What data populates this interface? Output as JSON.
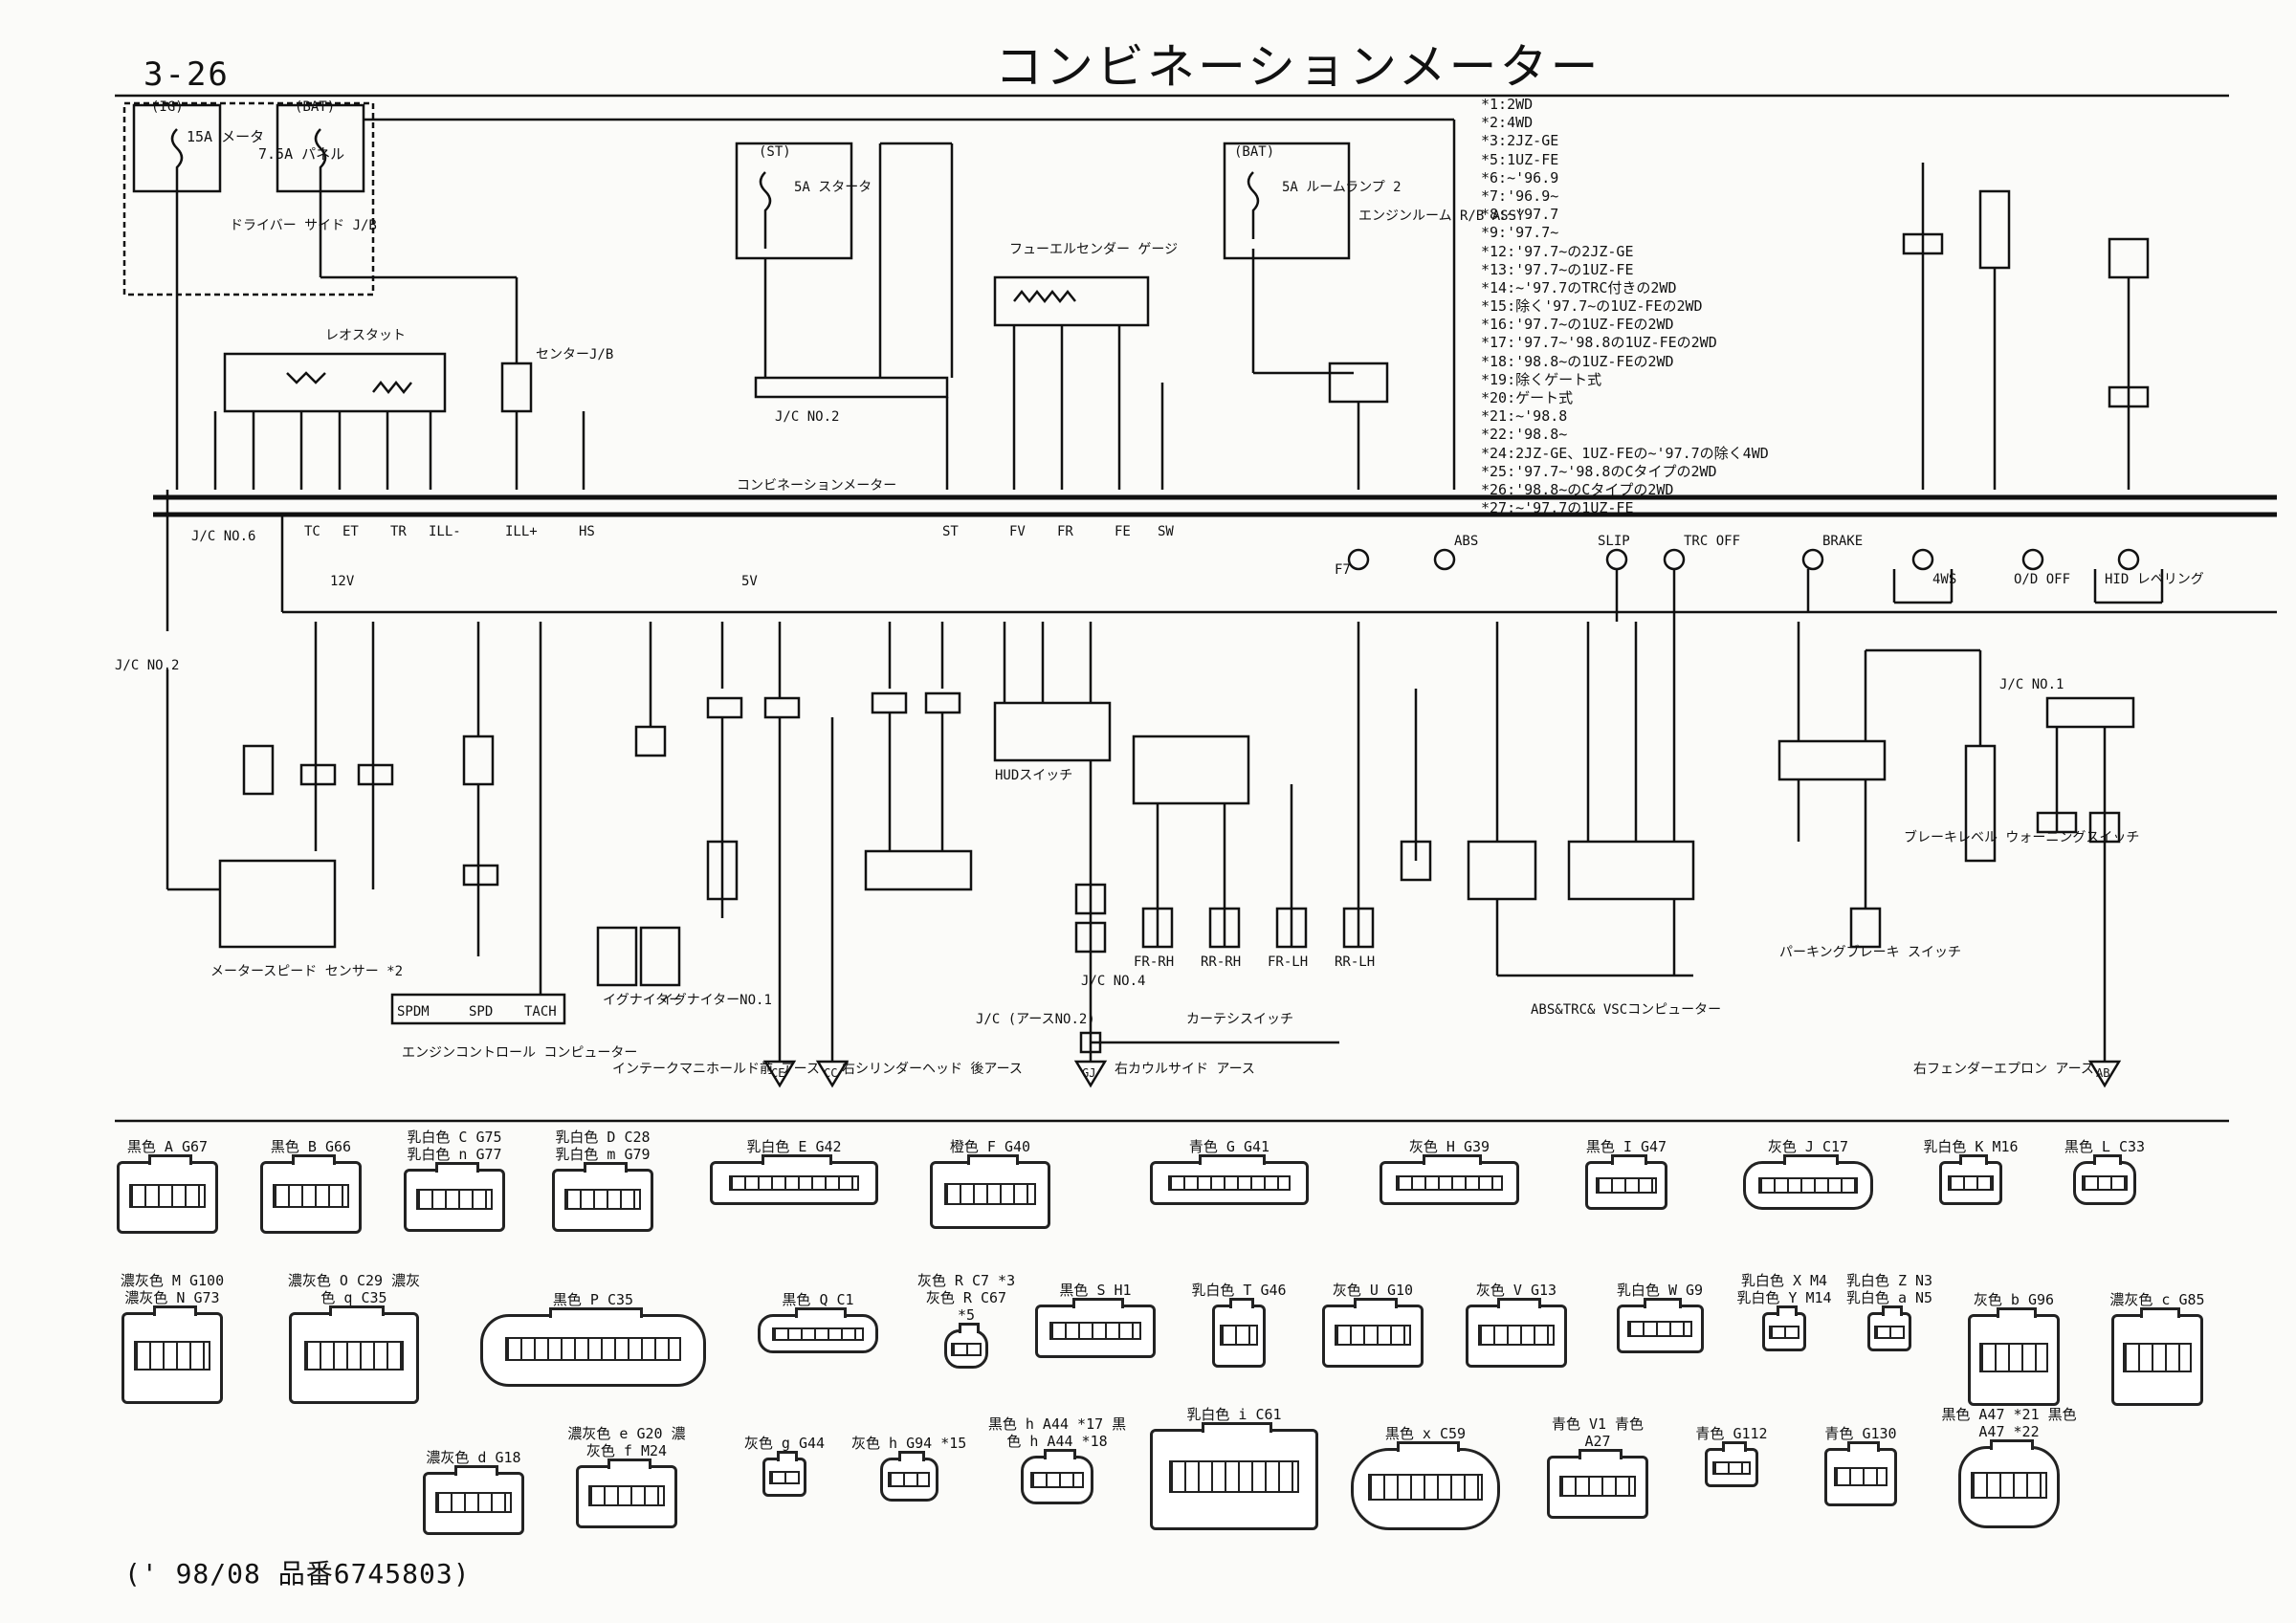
{
  "header": {
    "page_number": "3-26",
    "title": "コンビネーションメーター"
  },
  "footer": "(' 98/08 品番6745803)",
  "notes": [
    "*1:2WD",
    "*2:4WD",
    "*3:2JZ-GE",
    "*5:1UZ-FE",
    "*6:~'96.9",
    "*7:'96.9~",
    "*8:~'97.7",
    "*9:'97.7~",
    "*12:'97.7~の2JZ-GE",
    "*13:'97.7~の1UZ-FE",
    "*14:~'97.7のTRC付きの2WD",
    "*15:除く'97.7~の1UZ-FEの2WD",
    "*16:'97.7~の1UZ-FEの2WD",
    "*17:'97.7~'98.8の1UZ-FEの2WD",
    "*18:'98.8~の1UZ-FEの2WD",
    "*19:除くゲート式",
    "*20:ゲート式",
    "*21:~'98.8",
    "*22:'98.8~",
    "*24:2JZ-GE、1UZ-FEの~'97.7の除く4WD",
    "*25:'97.7~'98.8のCタイプの2WD",
    "*26:'98.8~のCタイプの2WD",
    "*27:~'97.7の1UZ-FE"
  ],
  "diagram": {
    "fuse_ig": "15A メータ",
    "fuse_bat": "7.5A パネル",
    "fuse_ig_label": "(IG)",
    "fuse_bat_label": "(BAT)",
    "driver_jb": "ドライバー サイド J/B",
    "rheostat": "レオスタット",
    "center_jb": "センターJ/B",
    "jc_no6": "J/C NO.6",
    "jc_no2": "J/C NO.2",
    "jc_no2b": "J/C NO.2",
    "starter_fuse": "5A スタータ",
    "starter_label": "(ST)",
    "room_fuse": "5A ルームランプ 2",
    "room_label": "(BAT)",
    "engine_rb": "エンジンルーム R/B ASSY",
    "fuel_gauge": "フューエルセンダー ゲージ",
    "combination_meter": "コンビネーションメーター",
    "hud_switch": "HUDスイッチ",
    "speed_sensor": "メータースピード センサー *2",
    "ecu": "エンジンコントロール コンピューター",
    "ecu_pins": [
      "SPDM",
      "SPD",
      "TACH"
    ],
    "courtesy": "カーテシスイッチ",
    "brake_level": "ブレーキレベル ウォーニングスイッチ",
    "parking_brake": "パーキングブレーキ スイッチ",
    "abs_vsc": "ABS&TRC& VSCコンピューター",
    "jc_no1": "J/C NO.1",
    "jc_no4": "J/C NO.4",
    "jc_ground": "J/C (アースNO.2)",
    "igniter": "イグナイター",
    "igniter_no1": "イグナイターNO.1",
    "meter_terminals": [
      "TC",
      "ET",
      "TR",
      "ILL-",
      "ILL+",
      "HS",
      "ST",
      "FV",
      "FR",
      "FE",
      "SW",
      "F7",
      "ABS",
      "SLIP",
      "TRC OFF",
      "BRAKE",
      "4WS",
      "O/D OFF",
      "HID レベリング"
    ],
    "ground_points": [
      {
        "code": "CE",
        "label": "インテークマニホールド前 アース"
      },
      {
        "code": "CC",
        "label": "右シリンダーヘッド 後アース"
      },
      {
        "code": "GJ",
        "label": "右カウルサイド アース"
      },
      {
        "code": "AB",
        "label": "右フェンダーエプロン アース"
      }
    ],
    "door_switches": [
      "FR-RH",
      "RR-RH",
      "FR-LH",
      "RR-LH"
    ],
    "voltages": [
      "12V",
      "5V"
    ]
  },
  "connectors": [
    {
      "label": "黒色 A G67"
    },
    {
      "label": "黒色 B G66"
    },
    {
      "label": "乳白色 C G75 乳白色 n G77"
    },
    {
      "label": "乳白色 D C28 乳白色 m G79"
    },
    {
      "label": "乳白色 E G42"
    },
    {
      "label": "橙色 F G40"
    },
    {
      "label": "青色 G G41"
    },
    {
      "label": "灰色 H G39"
    },
    {
      "label": "黒色 I G47"
    },
    {
      "label": "灰色 J C17"
    },
    {
      "label": "乳白色 K M16"
    },
    {
      "label": "黒色 L C33"
    },
    {
      "label": "濃灰色 M G100 濃灰色 N G73"
    },
    {
      "label": "濃灰色 O C29 濃灰色 q C35"
    },
    {
      "label": "黒色 P C35"
    },
    {
      "label": "黒色 Q C1"
    },
    {
      "label": "灰色 R C7 *3 灰色 R C67 *5"
    },
    {
      "label": "黒色 S H1"
    },
    {
      "label": "乳白色 T G46"
    },
    {
      "label": "灰色 U G10"
    },
    {
      "label": "灰色 V G13"
    },
    {
      "label": "乳白色 W G9"
    },
    {
      "label": "乳白色 X M4 乳白色 Y M14"
    },
    {
      "label": "乳白色 Z N3 乳白色 a N5"
    },
    {
      "label": "灰色 b G96"
    },
    {
      "label": "濃灰色 c G85"
    },
    {
      "label": "濃灰色 d G18"
    },
    {
      "label": "濃灰色 e G20 濃灰色 f M24"
    },
    {
      "label": "灰色 g G44"
    },
    {
      "label": "灰色 h G94 *15"
    },
    {
      "label": "黒色 h A44 *17 黒色 h A44 *18"
    },
    {
      "label": "乳白色 i C61"
    },
    {
      "label": "黒色 x C59"
    },
    {
      "label": "青色 V1 青色 A27"
    },
    {
      "label": "青色 G112"
    },
    {
      "label": "青色 G130"
    },
    {
      "label": "黒色 A47 *21 黒色 A47 *22"
    }
  ]
}
